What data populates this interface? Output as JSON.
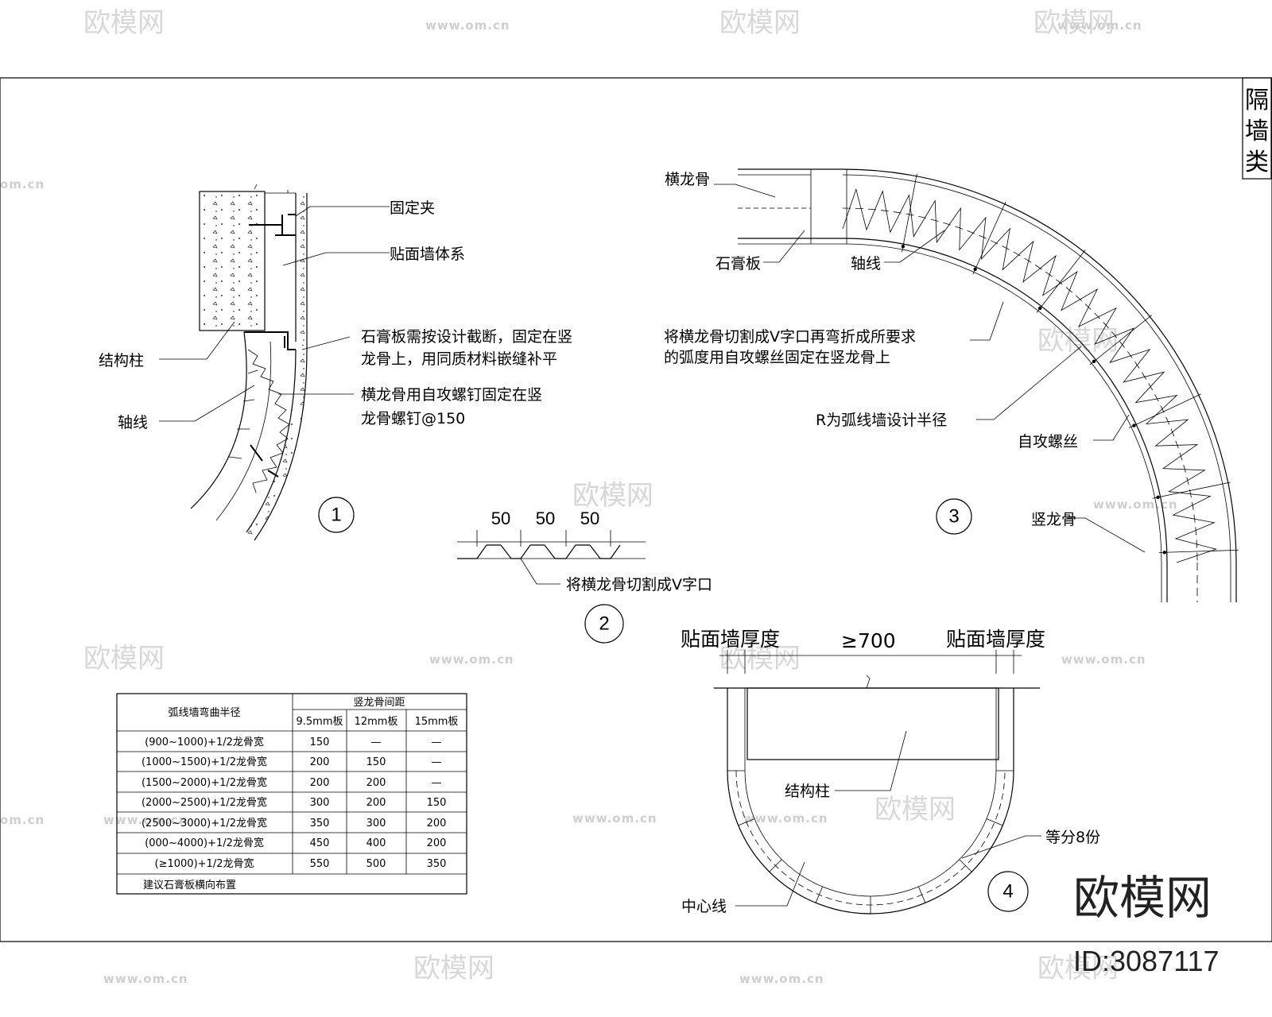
{
  "side_tab": {
    "chars": [
      "隔",
      "墙",
      "类"
    ]
  },
  "watermark": {
    "logo_text": "欧模网",
    "url_text": "www.om.cn",
    "url_short": "om.cn"
  },
  "brand": {
    "name": "欧模网",
    "id": "ID:3087117"
  },
  "detail1": {
    "number": "1",
    "labels": {
      "clip": "固定夹",
      "cladding": "贴面墙体系",
      "gypsum_note_1": "石膏板需按设计截断，固定在竖",
      "gypsum_note_2": "龙骨上，用同质材料嵌缝补平",
      "column": "结构柱",
      "runner_note_1": "横龙骨用自攻螺钉固定在竖",
      "runner_note_2": "龙骨螺钉@150",
      "axis": "轴线"
    }
  },
  "detail2": {
    "number": "2",
    "dims": [
      "50",
      "50",
      "50"
    ],
    "label": "将横龙骨切割成V字口"
  },
  "detail3": {
    "number": "3",
    "labels": {
      "runner": "横龙骨",
      "gypsum": "石膏板",
      "axis": "轴线",
      "cut_note_1": "将横龙骨切割成V字口再弯折成所要求",
      "cut_note_2": "的弧度用自攻螺丝固定在竖龙骨上",
      "radius": "R为弧线墙设计半径",
      "screw": "自攻螺丝",
      "stud": "竖龙骨"
    }
  },
  "detail4": {
    "number": "4",
    "labels": {
      "thick_left": "贴面墙厚度",
      "gap": "≥700",
      "thick_right": "贴面墙厚度",
      "column": "结构柱",
      "divide": "等分8份",
      "center": "中心线"
    }
  },
  "table": {
    "header_radius": "弧线墙弯曲半径",
    "header_spacing": "竖龙骨间距",
    "sub_headers": [
      "9.5mm板",
      "12mm板",
      "15mm板"
    ],
    "rows": [
      [
        "(900~1000)+1/2龙骨宽",
        "150",
        "—",
        "—"
      ],
      [
        "(1000~1500)+1/2龙骨宽",
        "200",
        "150",
        "—"
      ],
      [
        "(1500~2000)+1/2龙骨宽",
        "200",
        "200",
        "—"
      ],
      [
        "(2000~2500)+1/2龙骨宽",
        "300",
        "200",
        "150"
      ],
      [
        "(2500~3000)+1/2龙骨宽",
        "350",
        "300",
        "200"
      ],
      [
        "(000~4000)+1/2龙骨宽",
        "450",
        "400",
        "200"
      ],
      [
        "(≥1000)+1/2龙骨宽",
        "550",
        "500",
        "350"
      ]
    ],
    "footer": "建议石膏板横向布置"
  }
}
